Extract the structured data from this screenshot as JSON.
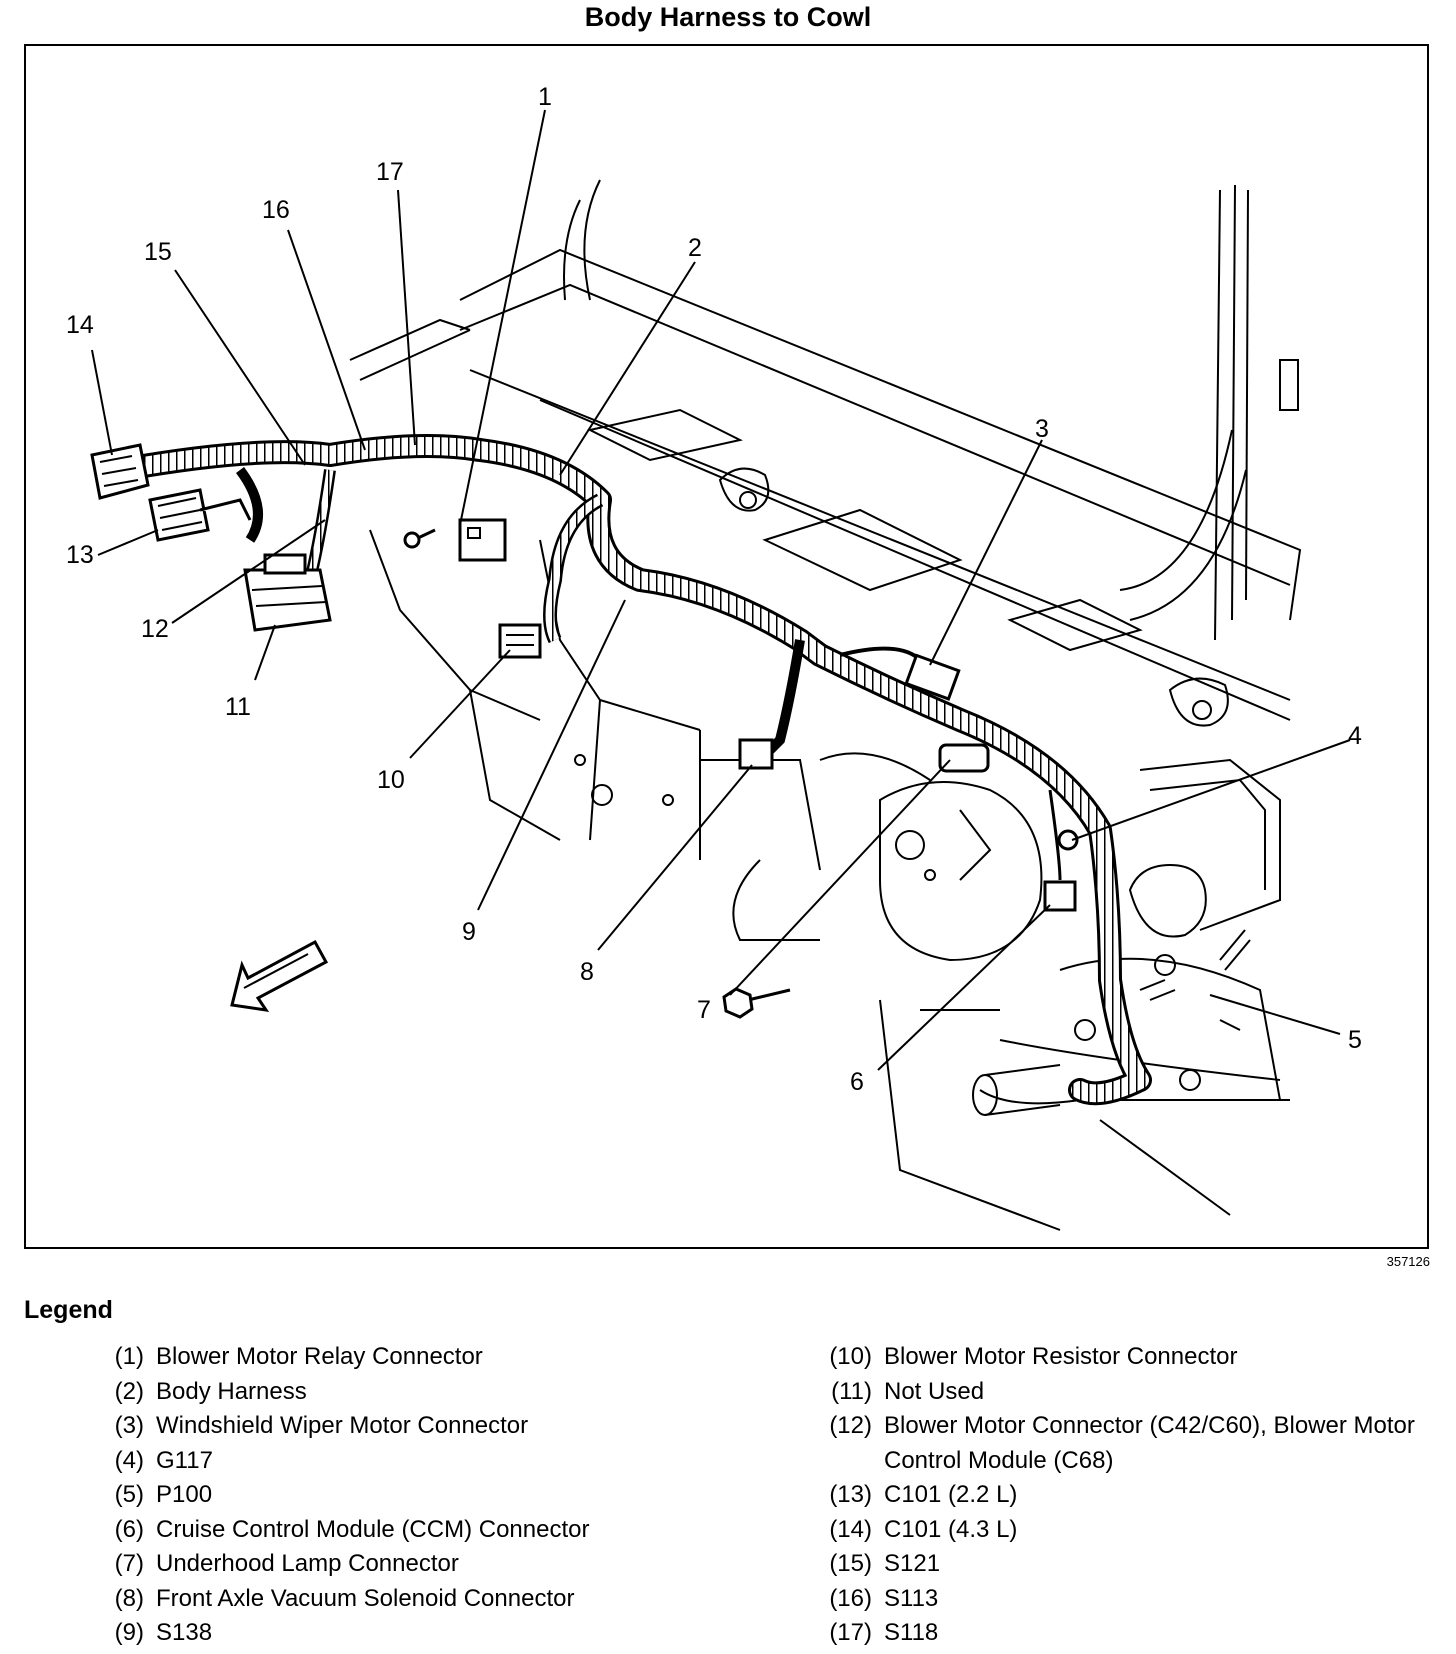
{
  "title": "Body Harness to Cowl",
  "figure_id": "357126",
  "callouts": [
    "1",
    "2",
    "3",
    "4",
    "5",
    "6",
    "7",
    "8",
    "9",
    "10",
    "11",
    "12",
    "13",
    "14",
    "15",
    "16",
    "17"
  ],
  "legend": {
    "heading": "Legend",
    "left": [
      {
        "num": "(1)",
        "text": "Blower Motor Relay Connector"
      },
      {
        "num": "(2)",
        "text": "Body Harness"
      },
      {
        "num": "(3)",
        "text": "Windshield Wiper Motor Connector"
      },
      {
        "num": "(4)",
        "text": "G117"
      },
      {
        "num": "(5)",
        "text": "P100"
      },
      {
        "num": "(6)",
        "text": "Cruise Control Module (CCM) Connector"
      },
      {
        "num": "(7)",
        "text": "Underhood Lamp Connector"
      },
      {
        "num": "(8)",
        "text": "Front Axle Vacuum Solenoid Connector"
      },
      {
        "num": "(9)",
        "text": "S138"
      }
    ],
    "right": [
      {
        "num": "(10)",
        "text": "Blower Motor Resistor Connector"
      },
      {
        "num": "(11)",
        "text": "Not Used"
      },
      {
        "num": "(12)",
        "text": "Blower Motor Connector (C42/C60), Blower Motor Control Module (C68)"
      },
      {
        "num": "(13)",
        "text": "C101 (2.2 L)"
      },
      {
        "num": "(14)",
        "text": "C101 (4.3 L)"
      },
      {
        "num": "(15)",
        "text": "S121"
      },
      {
        "num": "(16)",
        "text": "S113"
      },
      {
        "num": "(17)",
        "text": "S118"
      }
    ]
  }
}
